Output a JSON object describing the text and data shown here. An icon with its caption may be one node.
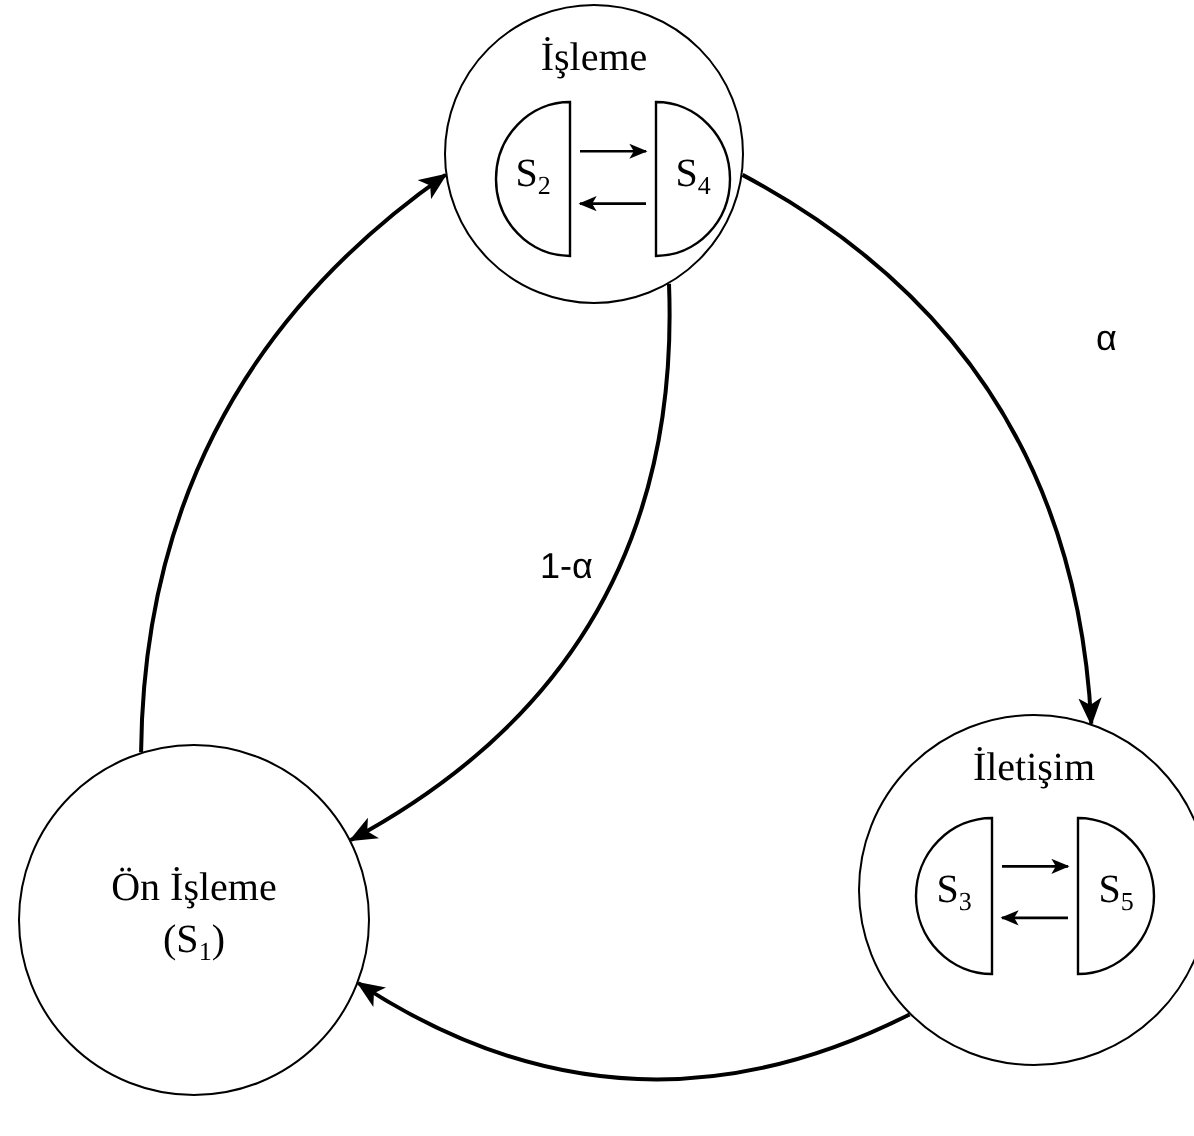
{
  "diagram": {
    "nodes": [
      {
        "text": [
          "İşleme"
        ]
      },
      {
        "text": [
          "S$_{2}$"
        ],
        "in": 0
      },
      {
        "text": [
          "S$_{4}$"
        ],
        "in": 0
      },
      {
        "text": [
          "İletişim"
        ]
      },
      {
        "text": [
          "S$_{3}$"
        ],
        "in": 3
      },
      {
        "text": [
          "S$_{5}$"
        ],
        "in": 3
      },
      {
        "text": [
          "Ön İşleme",
          "(S$_{1}$)"
        ]
      }
    ],
    "edges": [
      {
        "from": 0,
        "to": 3,
        "arrow": "to",
        "label": "α"
      },
      {
        "from": 0,
        "to": 6,
        "arrow": "to",
        "label": "1-α"
      },
      {
        "from": 3,
        "to": 6,
        "arrow": "to"
      },
      {
        "from": 6,
        "to": 0,
        "arrow": "to"
      },
      {
        "from": 1,
        "to": 2,
        "arrow": "to"
      },
      {
        "from": 2,
        "to": 1,
        "arrow": "to"
      },
      {
        "from": 4,
        "to": 5,
        "arrow": "to"
      },
      {
        "from": 5,
        "to": 4,
        "arrow": "to"
      }
    ]
  }
}
